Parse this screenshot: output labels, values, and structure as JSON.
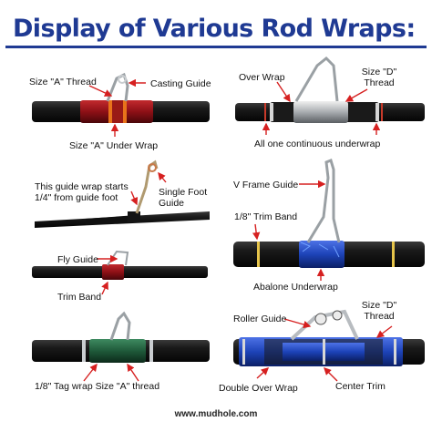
{
  "title": "Display of Various Rod Wraps:",
  "footer": "www.mudhole.com",
  "panels": {
    "casting": {
      "label_thread": "Size \"A\" Thread",
      "label_guide": "Casting Guide",
      "label_underwrap": "Size \"A\" Under Wrap"
    },
    "overwrap": {
      "label_over": "Over Wrap",
      "label_size_d": "Size \"D\" Thread",
      "label_continuous": "All one continuous underwrap"
    },
    "single_foot": {
      "label_starts": "This guide wrap starts 1/4\" from guide foot",
      "label_guide": "Single Foot Guide"
    },
    "v_frame": {
      "label_guide": "V Frame Guide",
      "label_trim": "1/8\" Trim Band",
      "label_abalone": "Abalone Underwrap"
    },
    "fly": {
      "label_guide": "Fly Guide",
      "label_trim": "Trim Band"
    },
    "tag": {
      "label_tag": "1/8\" Tag wrap Size \"A\" thread"
    },
    "roller": {
      "label_roller": "Roller Guide",
      "label_size_d": "Size \"D\" Thread",
      "label_double": "Double Over Wrap",
      "label_center": "Center Trim"
    }
  },
  "colors": {
    "title": "#1f3a93",
    "arrow": "#d62020",
    "rod": "#141414",
    "red_wrap": "#8e1016",
    "orange_trim": "#e8731a",
    "green_wrap": "#1f5a3a",
    "blue_wrap": "#1d43b8",
    "metal": "#b8bcc0"
  }
}
